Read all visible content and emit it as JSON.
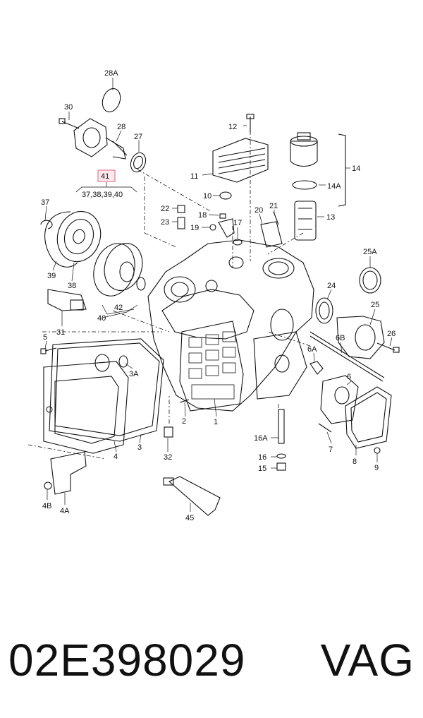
{
  "labels": {
    "l28a": "28A",
    "l30": "30",
    "l28": "28",
    "l27": "27",
    "l41": "41",
    "l41sub": "37,38,39,40",
    "l37": "37",
    "l39": "39",
    "l38": "38",
    "l42": "42",
    "l40": "40",
    "l31": "31",
    "l12": "12",
    "l11": "11",
    "l10": "10",
    "l14": "14",
    "l14a": "14A",
    "l13": "13",
    "l22": "22",
    "l23": "23",
    "l18": "18",
    "l19": "19",
    "l17": "17",
    "l20": "20",
    "l21": "21",
    "l25a": "25A",
    "l24": "24",
    "l25": "25",
    "l26": "26",
    "l6b": "6B",
    "l6a": "6A",
    "l6": "6",
    "l5": "5",
    "l3a": "3A",
    "l2": "2",
    "l1": "1",
    "l3": "3",
    "l4": "4",
    "l32": "32",
    "l16a": "16A",
    "l16": "16",
    "l15": "15",
    "l7": "7",
    "l8": "8",
    "l9": "9",
    "l4b": "4B",
    "l4a": "4A",
    "l45": "45"
  },
  "footer": {
    "part_number": "02E398029",
    "brand": "VAG"
  },
  "colors": {
    "ink": "#111111",
    "highlight_fill": "#fde8ec",
    "highlight_stroke": "#e0667e"
  }
}
